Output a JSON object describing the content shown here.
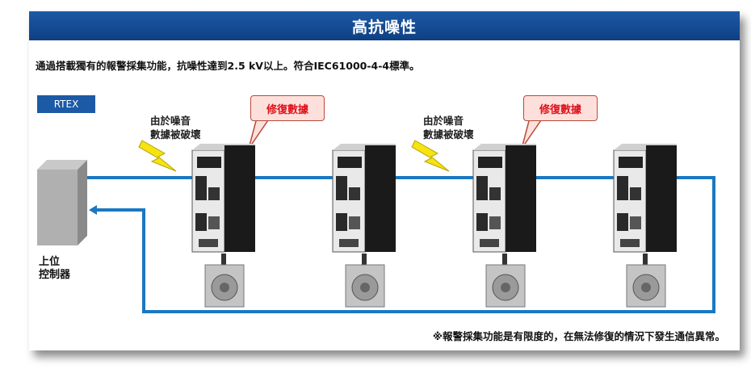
{
  "banner": {
    "title": "高抗噪性"
  },
  "description": "通過搭載獨有的報警採集功能，抗噪性達到2.5 kV以上。符合IEC61000-4-4標準。",
  "network_tag": "RTEX",
  "noise_labels": [
    {
      "line1": "由於噪音",
      "line2": "數據被破壞"
    },
    {
      "line1": "由於噪音",
      "line2": "數據被破壞"
    }
  ],
  "callouts": [
    "修復數據",
    "修復數據"
  ],
  "host": {
    "line1": "上位",
    "line2": "控制器"
  },
  "footnote": "※報警採集功能是有限度的，在無法修復的情況下發生通信異常。",
  "colors": {
    "banner": "#1c5aa6",
    "line": "#1a78c2",
    "lightning": "#f5e312",
    "callout_fill": "#fde0dc",
    "callout_text": "#e0101a"
  }
}
